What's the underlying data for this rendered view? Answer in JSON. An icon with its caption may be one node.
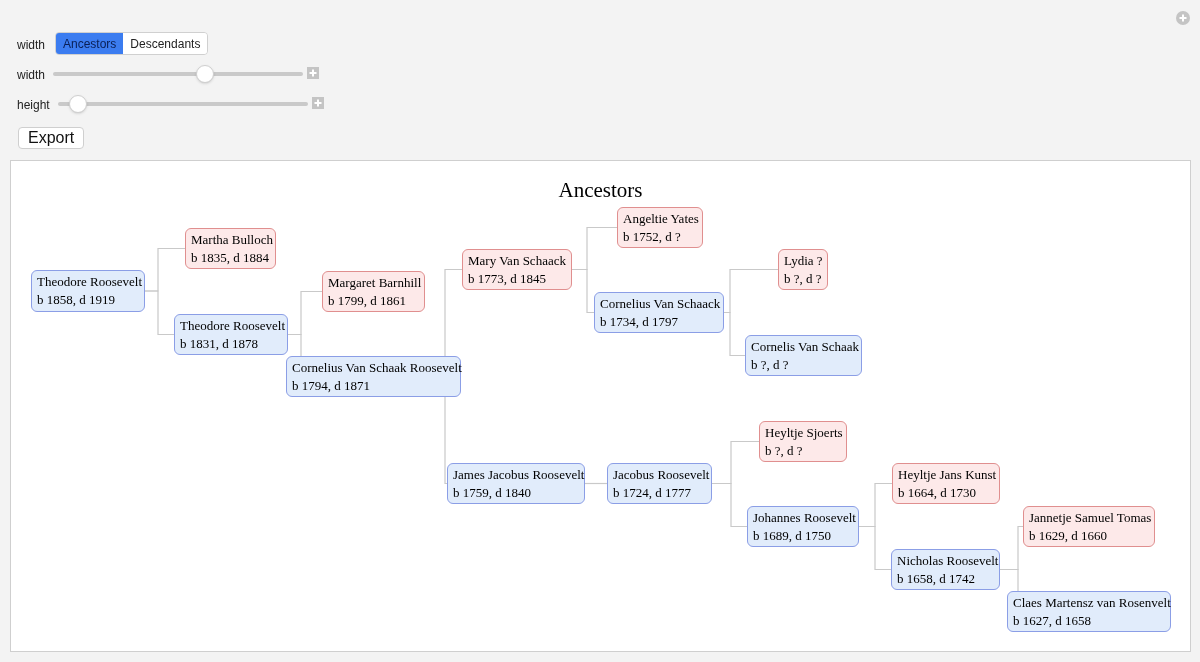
{
  "diagram": {
    "title": "Ancestors",
    "nodes": [
      {
        "text": [
          "Theodore Roosevelt",
          "b 1858, d 1919"
        ]
      },
      {
        "text": [
          "Martha Bulloch",
          "b 1835, d 1884"
        ]
      },
      {
        "text": [
          "Theodore Roosevelt",
          "b 1831, d 1878"
        ]
      },
      {
        "text": [
          "Margaret Barnhill",
          "b 1799, d 1861"
        ]
      },
      {
        "text": [
          "Cornelius Van Schaak Roosevelt",
          "b 1794, d 1871"
        ]
      },
      {
        "text": [
          "Mary Van Schaack",
          "b 1773, d 1845"
        ]
      },
      {
        "text": [
          "Angeltie Yates",
          "b 1752, d ?"
        ]
      },
      {
        "text": [
          "Cornelius Van Schaack",
          "b 1734, d 1797"
        ]
      },
      {
        "text": [
          "Lydia ?",
          "b ?, d ?"
        ]
      },
      {
        "text": [
          "Cornelis Van Schaak",
          "b ?, d ?"
        ]
      },
      {
        "text": [
          "Heyltje Sjoerts",
          "b ?, d ?"
        ]
      },
      {
        "text": [
          "James Jacobus Roosevelt",
          "b 1759, d 1840"
        ]
      },
      {
        "text": [
          "Jacobus Roosevelt",
          "b 1724, d 1777"
        ]
      },
      {
        "text": [
          "Heyltje Jans Kunst",
          "b 1664, d 1730"
        ]
      },
      {
        "text": [
          "Johannes Roosevelt",
          "b 1689, d 1750"
        ]
      },
      {
        "text": [
          "Jannetje Samuel Tomas",
          "b 1629, d 1660"
        ]
      },
      {
        "text": [
          "Nicholas Roosevelt",
          "b 1658, d 1742"
        ]
      },
      {
        "text": [
          "Claes Martensz van Rosenvelt",
          "b 1627, d 1658"
        ]
      }
    ],
    "edges": [
      {
        "from": 0,
        "to": 1,
        "arrow": "none"
      },
      {
        "from": 0,
        "to": 2,
        "arrow": "none"
      },
      {
        "from": 2,
        "to": 3,
        "arrow": "none"
      },
      {
        "from": 2,
        "to": 4,
        "arrow": "none"
      },
      {
        "from": 4,
        "to": 5,
        "arrow": "none"
      },
      {
        "from": 4,
        "to": 11,
        "arrow": "none"
      },
      {
        "from": 5,
        "to": 6,
        "arrow": "none"
      },
      {
        "from": 5,
        "to": 7,
        "arrow": "none"
      },
      {
        "from": 7,
        "to": 8,
        "arrow": "none"
      },
      {
        "from": 7,
        "to": 9,
        "arrow": "none"
      },
      {
        "from": 11,
        "to": 12,
        "arrow": "none"
      },
      {
        "from": 12,
        "to": 10,
        "arrow": "none"
      },
      {
        "from": 12,
        "to": 14,
        "arrow": "none"
      },
      {
        "from": 14,
        "to": 13,
        "arrow": "none"
      },
      {
        "from": 14,
        "to": 16,
        "arrow": "none"
      },
      {
        "from": 16,
        "to": 15,
        "arrow": "none"
      },
      {
        "from": 16,
        "to": 17,
        "arrow": "none"
      }
    ],
    "labels": [
      "width",
      "Ancestors",
      "Descendants",
      "width",
      "height",
      "Export"
    ]
  }
}
